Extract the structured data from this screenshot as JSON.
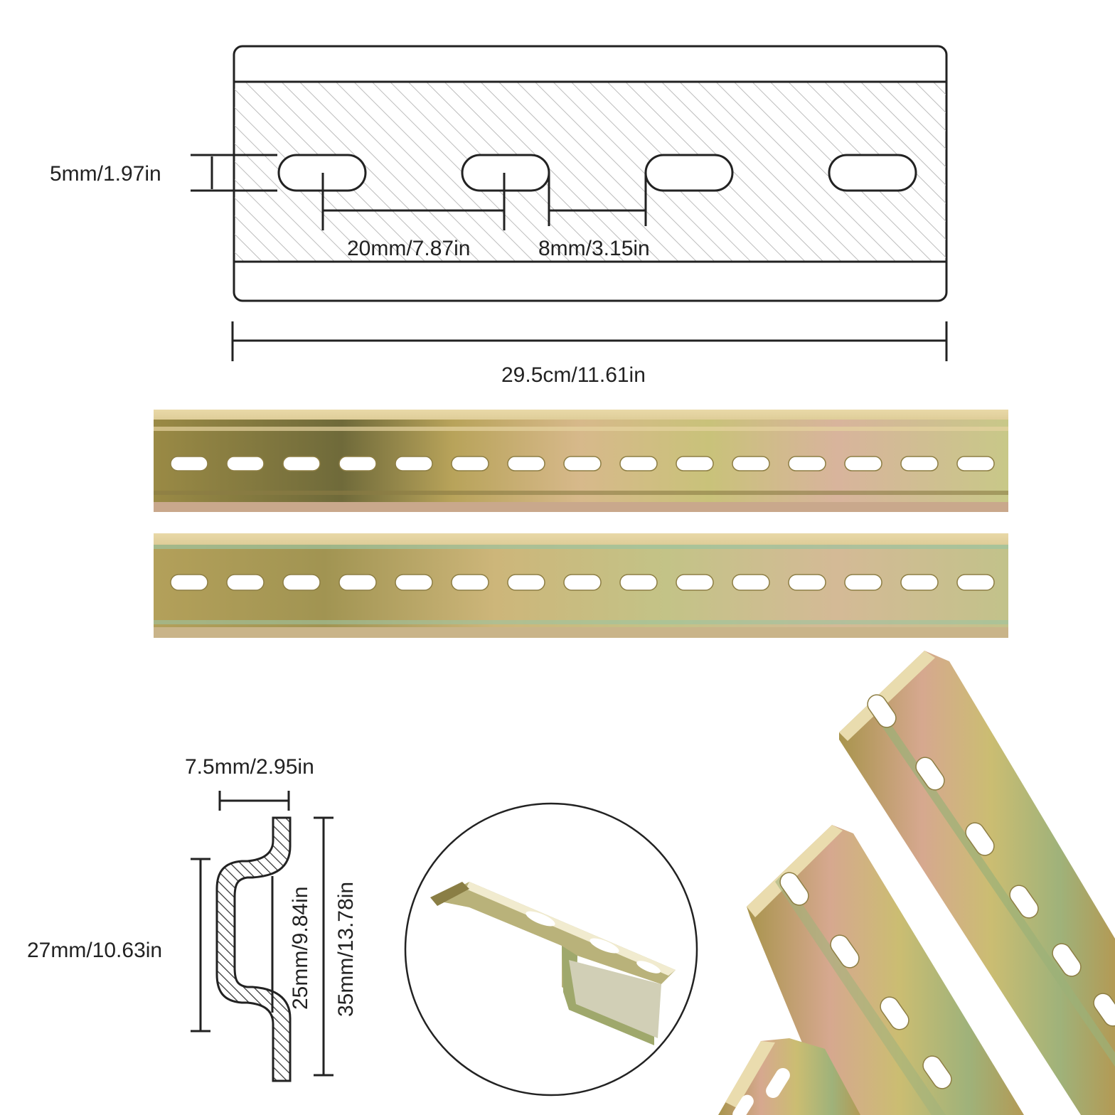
{
  "top_diagram": {
    "slot_height_label": "5mm/1.97in",
    "slot_pitch_label": "20mm/7.87in",
    "slot_gap_label": "8mm/3.15in",
    "total_length_label": "29.5cm/11.61in"
  },
  "profile_diagram": {
    "flange_width_label": "7.5mm/2.95in",
    "inner_height_label": "27mm/10.63in",
    "channel_width_label": "25mm/9.84in",
    "total_width_label": "35mm/13.78in"
  },
  "product_photos": {
    "straight_rail_count": 2,
    "slots_per_rail": 15,
    "angled_rail_count": 3
  },
  "colors": {
    "line": "#222222",
    "hatch": "#bbbbbb",
    "zinc_gold": "#c9b45e",
    "zinc_pink": "#d9a99a",
    "zinc_green": "#9bb57a"
  }
}
